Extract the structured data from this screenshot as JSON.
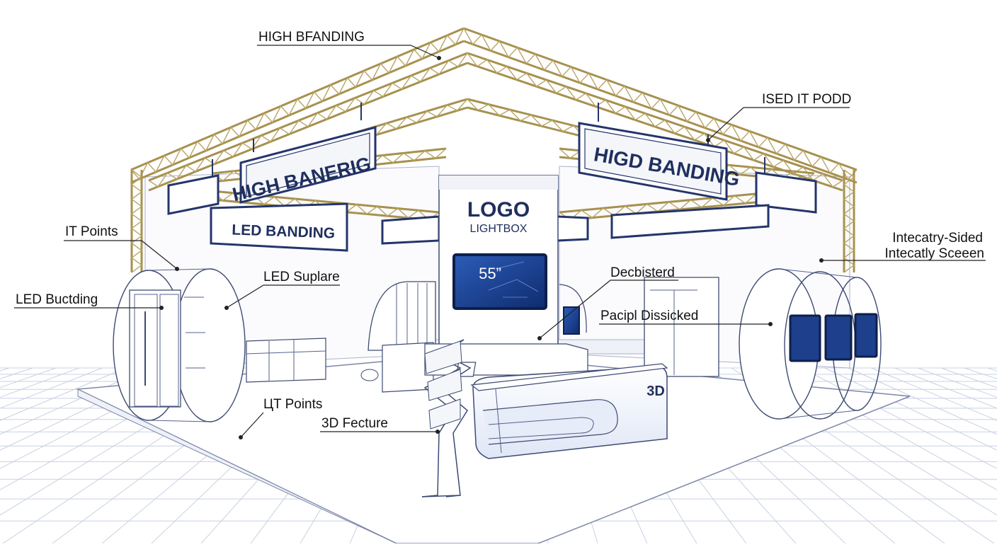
{
  "labels": {
    "high_branding_top": "HIGH BFANDING",
    "ised_it_podd": "ISED IT PODD",
    "it_points_left": "IT Points",
    "led_buctding": "LED Buctding",
    "led_suplare": "LED Suplare",
    "intecatry_line1": "Intecatry-Sided",
    "intecatry_line2": "Intecatly Sceeen",
    "decbisterd": "Decbisterd",
    "pacipl_dissicked": "Pacipl Dissicked",
    "ut_points": "ЦT Points",
    "fecture_3d": "3D Fecture"
  },
  "signs": {
    "left_banner": "HIGH BANERIG",
    "right_banner": "HIGD BANDING",
    "led_banding": "LED BANDING",
    "logo": "LOGO",
    "lightbox": "LIGHTBOX",
    "tv_size": "55”",
    "counter_3d": "3D"
  },
  "colors": {
    "truss": "#a6914e",
    "sign_border": "#24356b",
    "sign_text": "#1f2f5e",
    "screen_blue": "#1d3f8c",
    "floor_grid": "#c9d0e2"
  }
}
